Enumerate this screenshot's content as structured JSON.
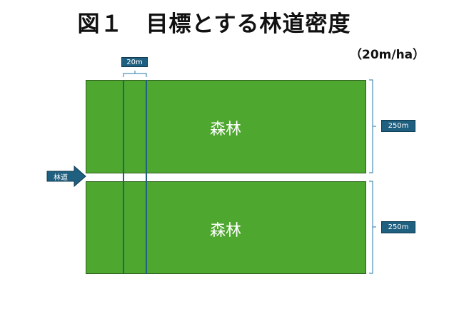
{
  "title": "図１　目標とする林道密度",
  "subtitle": "（20m/ha）",
  "width_label": "20m",
  "road_label": "林道",
  "forest_labels": [
    "森林",
    "森林"
  ],
  "height_labels": [
    "250m",
    "250m"
  ],
  "colors": {
    "forest": "#4ea72e",
    "line": "#1f5f7f",
    "label_bg": "#1f5f7f"
  }
}
